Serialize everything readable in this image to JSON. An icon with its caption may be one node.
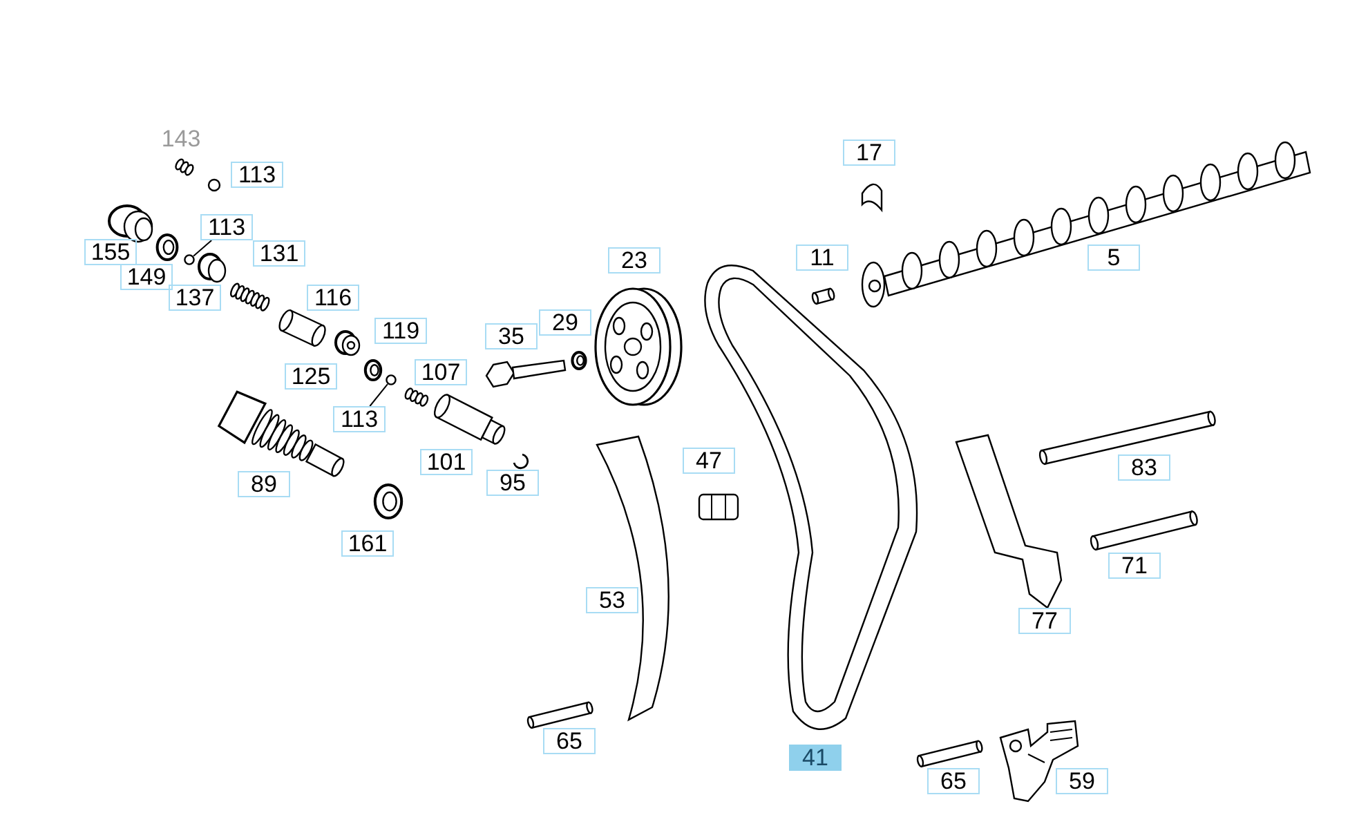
{
  "diagram": {
    "nodes": [
      {
        "text": [
          "17"
        ]
      },
      {
        "text": [
          "113"
        ]
      },
      {
        "text": [
          "113"
        ]
      },
      {
        "text": [
          "155"
        ]
      },
      {
        "text": [
          "131"
        ]
      },
      {
        "text": [
          "23"
        ]
      },
      {
        "text": [
          "11"
        ]
      },
      {
        "text": [
          "5"
        ]
      },
      {
        "text": [],
        "shape": "circle"
      },
      {
        "text": [
          "149"
        ]
      },
      {
        "text": [
          "137"
        ]
      },
      {
        "text": [
          "116"
        ]
      },
      {
        "text": [
          "119"
        ]
      },
      {
        "text": [
          "35"
        ]
      },
      {
        "text": [
          "29"
        ]
      },
      {
        "text": [
          "125"
        ]
      },
      {
        "text": [
          "107"
        ]
      },
      {
        "text": [],
        "shape": "circle"
      },
      {
        "text": [
          "113"
        ]
      },
      {
        "text": [
          "101"
        ]
      },
      {
        "text": [
          "47"
        ]
      },
      {
        "text": [
          "83"
        ]
      },
      {
        "text": [
          "89"
        ]
      },
      {
        "text": [
          "95"
        ]
      },
      {
        "text": [
          "161"
        ]
      },
      {
        "text": [
          "71"
        ]
      },
      {
        "text": [
          "53"
        ]
      },
      {
        "text": [
          "77"
        ]
      },
      {
        "text": [
          "65"
        ]
      },
      {
        "text": [
          "41"
        ]
      },
      {
        "text": [
          "65"
        ]
      },
      {
        "text": [
          "59"
        ]
      }
    ],
    "edges": [
      {
        "from": 2,
        "to": 8,
        "arrow": "none"
      },
      {
        "from": 18,
        "to": 17,
        "arrow": "none"
      }
    ],
    "labels": [
      "143"
    ]
  }
}
